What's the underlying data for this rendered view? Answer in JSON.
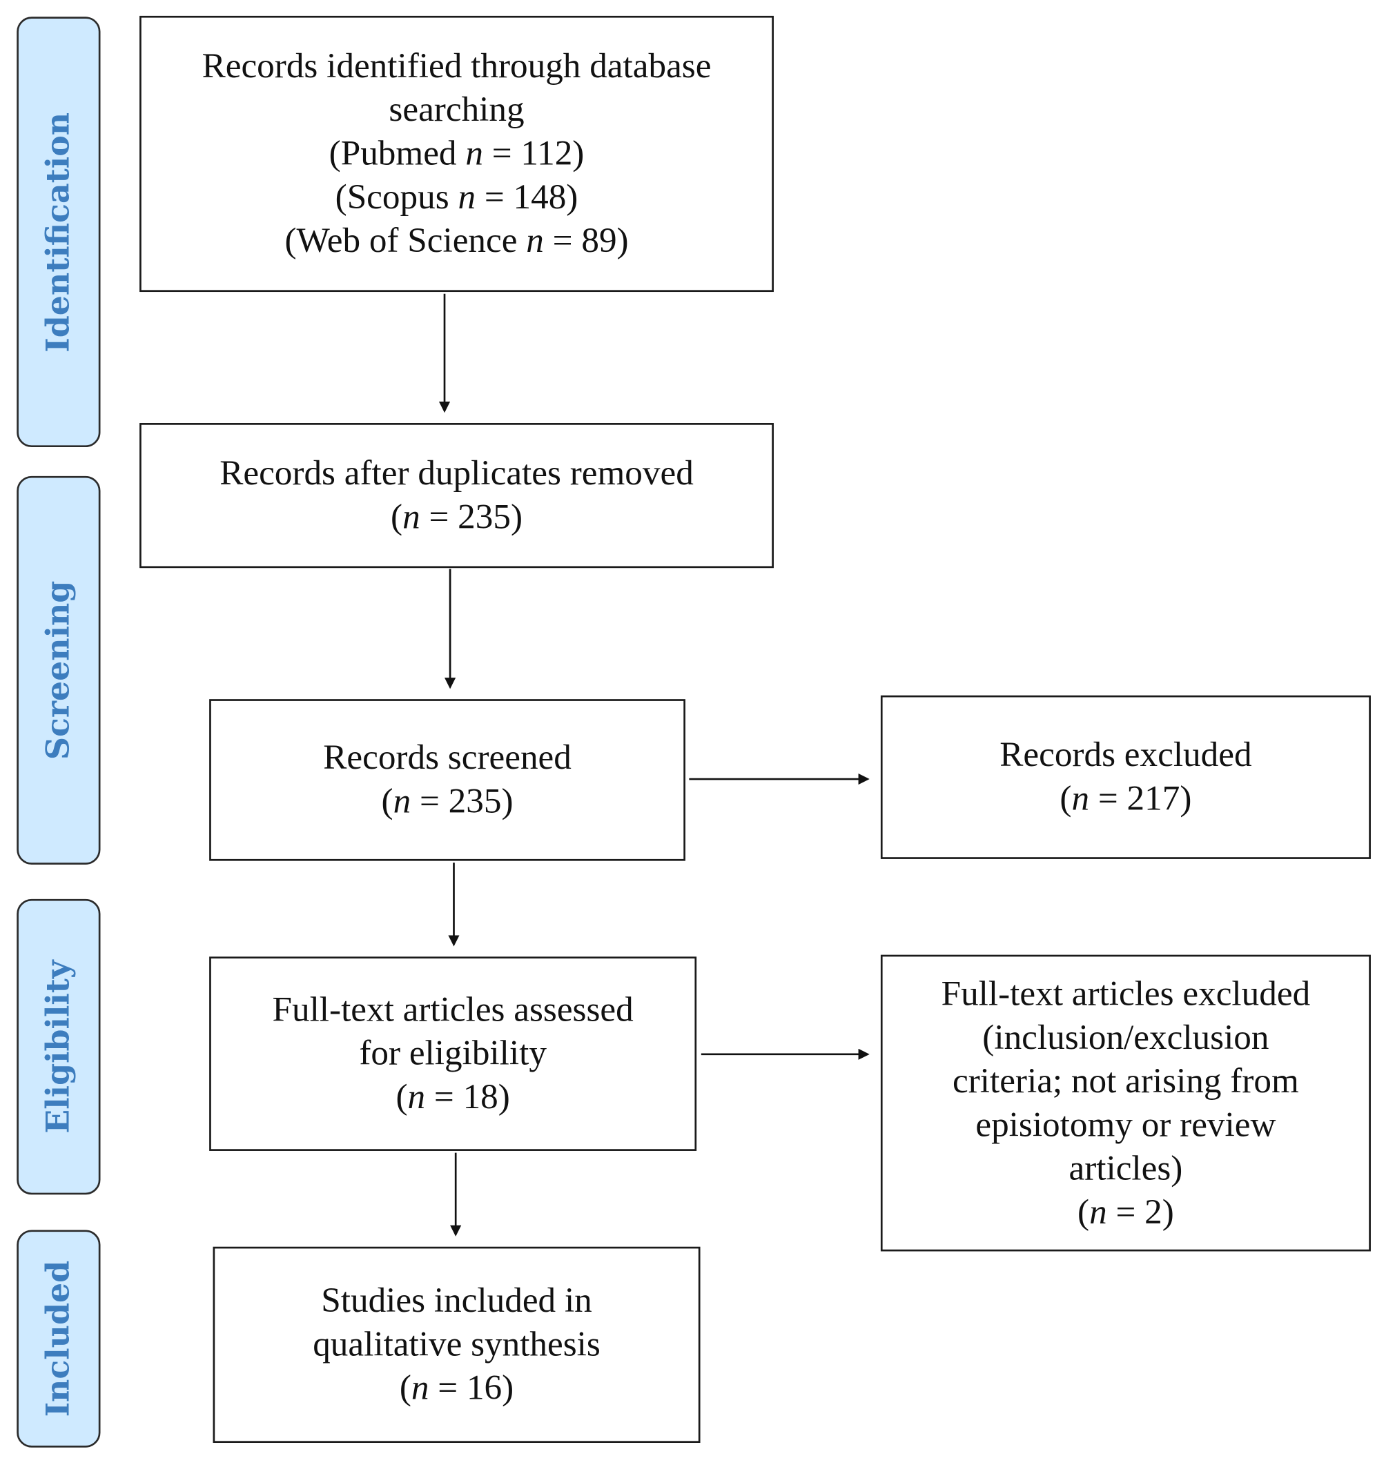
{
  "phases": {
    "identification": "Identification",
    "screening": "Screening",
    "eligibility": "Eligibility",
    "included": "Included"
  },
  "boxes": {
    "identified": {
      "lines": [
        "Records identified through database",
        "searching"
      ],
      "sources": [
        {
          "prefix": "(Pubmed ",
          "n": "n",
          "suffix": " = 112)"
        },
        {
          "prefix": "(Scopus ",
          "n": "n",
          "suffix": " = 148)"
        },
        {
          "prefix": "(Web of Science ",
          "n": "n",
          "suffix": " = 89)"
        }
      ]
    },
    "duplicates_removed": {
      "line1": "Records after duplicates removed",
      "count_prefix": "(",
      "n": "n",
      "count_suffix": " = 235)"
    },
    "screened": {
      "line1": "Records screened",
      "count_prefix": "(",
      "n": "n",
      "count_suffix": " = 235)"
    },
    "excluded": {
      "line1": "Records excluded",
      "count_prefix": "(",
      "n": "n",
      "count_suffix": " = 217)"
    },
    "full_text": {
      "lines": [
        "Full-text articles assessed",
        "for eligibility"
      ],
      "count_prefix": "(",
      "n": "n",
      "count_suffix": " = 18)"
    },
    "full_text_excluded": {
      "lines": [
        "Full-text articles excluded",
        "(inclusion/exclusion",
        "criteria; not arising from",
        "episiotomy or review",
        "articles)"
      ],
      "count_prefix": "(",
      "n": "n",
      "count_suffix": " = 2)"
    },
    "included": {
      "lines": [
        "Studies included in",
        "qualitative synthesis"
      ],
      "count_prefix": "(",
      "n": "n",
      "count_suffix": " = 16)"
    }
  },
  "colors": {
    "phase_fill": "#cfeaff",
    "phase_text": "#3d7dbe",
    "border": "#1a1a1a"
  }
}
